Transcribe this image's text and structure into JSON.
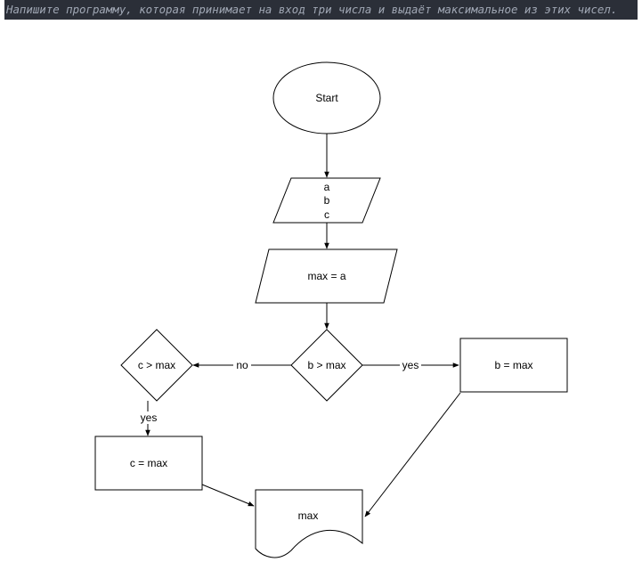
{
  "task": {
    "text": "Напишите программу, которая принимает на вход три числа и выдаёт максимальное из этих чисел."
  },
  "flowchart": {
    "start": "Start",
    "input": [
      "a",
      "b",
      "c"
    ],
    "assign_max": "max = a",
    "cond_b": "b > max",
    "cond_c": "c > max",
    "assign_b": "b = max",
    "assign_c": "c = max",
    "output": "max",
    "label_no": "no",
    "label_yes_b": "yes",
    "label_yes_c": "yes"
  },
  "colors": {
    "task_bar_bg": "#2b2f38",
    "task_text": "#a0a7b4",
    "stroke": "#000000",
    "fill": "#ffffff"
  }
}
